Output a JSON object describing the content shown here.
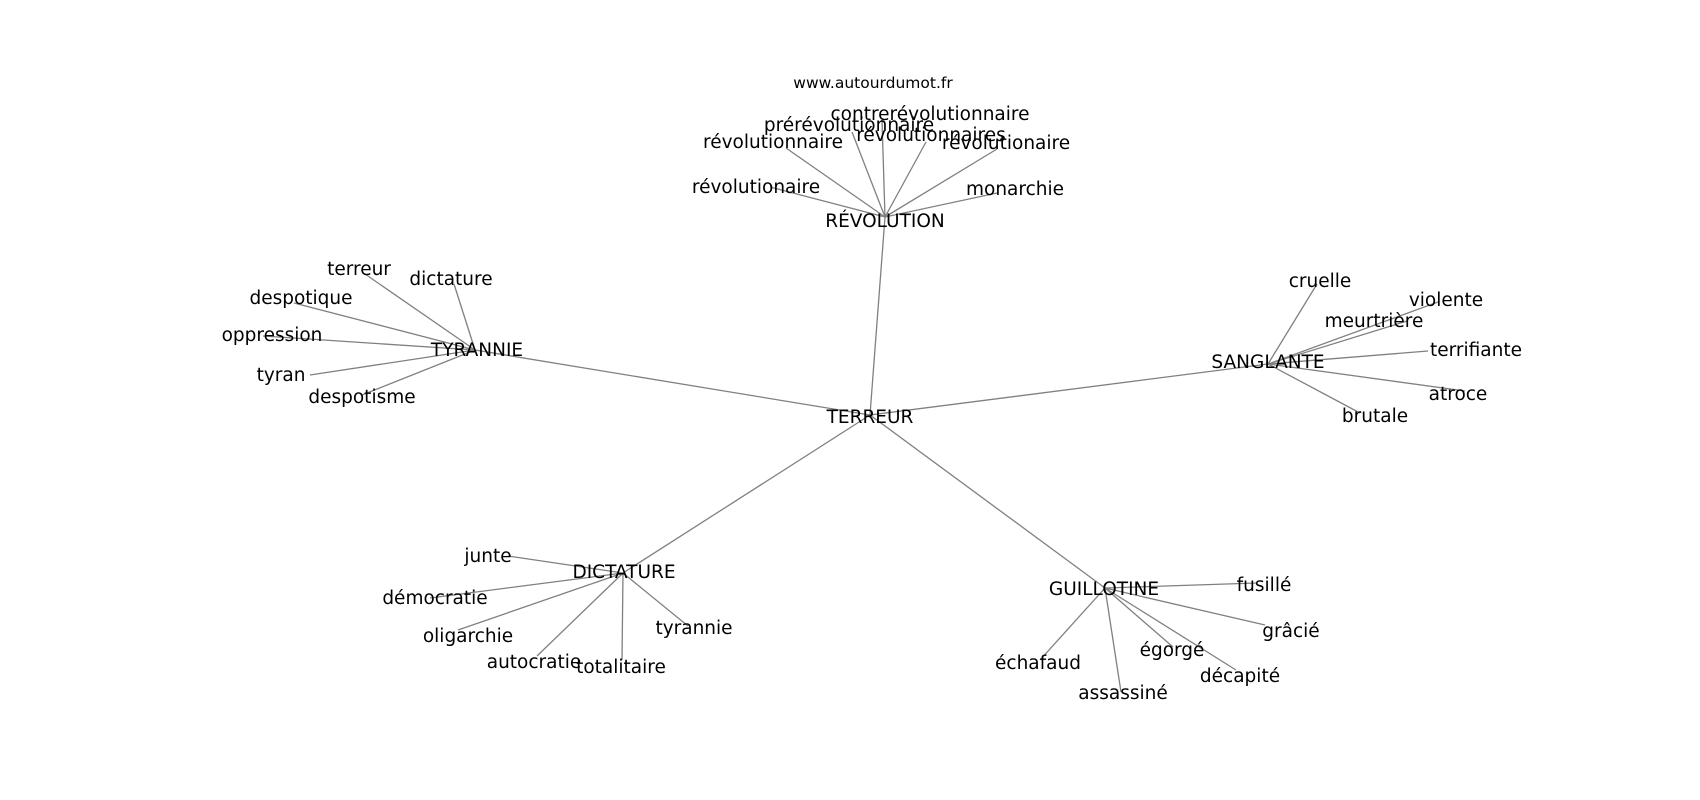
{
  "credit": "www.autourdumot.fr",
  "center": "TERREUR",
  "hubs": [
    {
      "key": "revolution",
      "label": "RÉVOLUTION",
      "words": [
        "révolutionnaire",
        "prérévolutionnaire",
        "contrerévolutionnaire",
        "révolutionaire",
        "révolutionnaires",
        "révolutionaire",
        "monarchie"
      ]
    },
    {
      "key": "tyrannie",
      "label": "TYRANNIE",
      "words": [
        "terreur",
        "dictature",
        "despotique",
        "oppression",
        "tyran",
        "despotisme"
      ]
    },
    {
      "key": "sanglante",
      "label": "SANGLANTE",
      "words": [
        "cruelle",
        "violente",
        "meurtrière",
        "terrifiante",
        "atroce",
        "brutale"
      ]
    },
    {
      "key": "dictature",
      "label": "DICTATURE",
      "words": [
        "junte",
        "démocratie",
        "oligarchie",
        "autocratie",
        "totalitaire",
        "tyrannie"
      ]
    },
    {
      "key": "guillotine",
      "label": "GUILLOTINE",
      "words": [
        "fusillé",
        "grâcié",
        "égorgé",
        "décapité",
        "échafaud",
        "assassiné"
      ]
    }
  ]
}
